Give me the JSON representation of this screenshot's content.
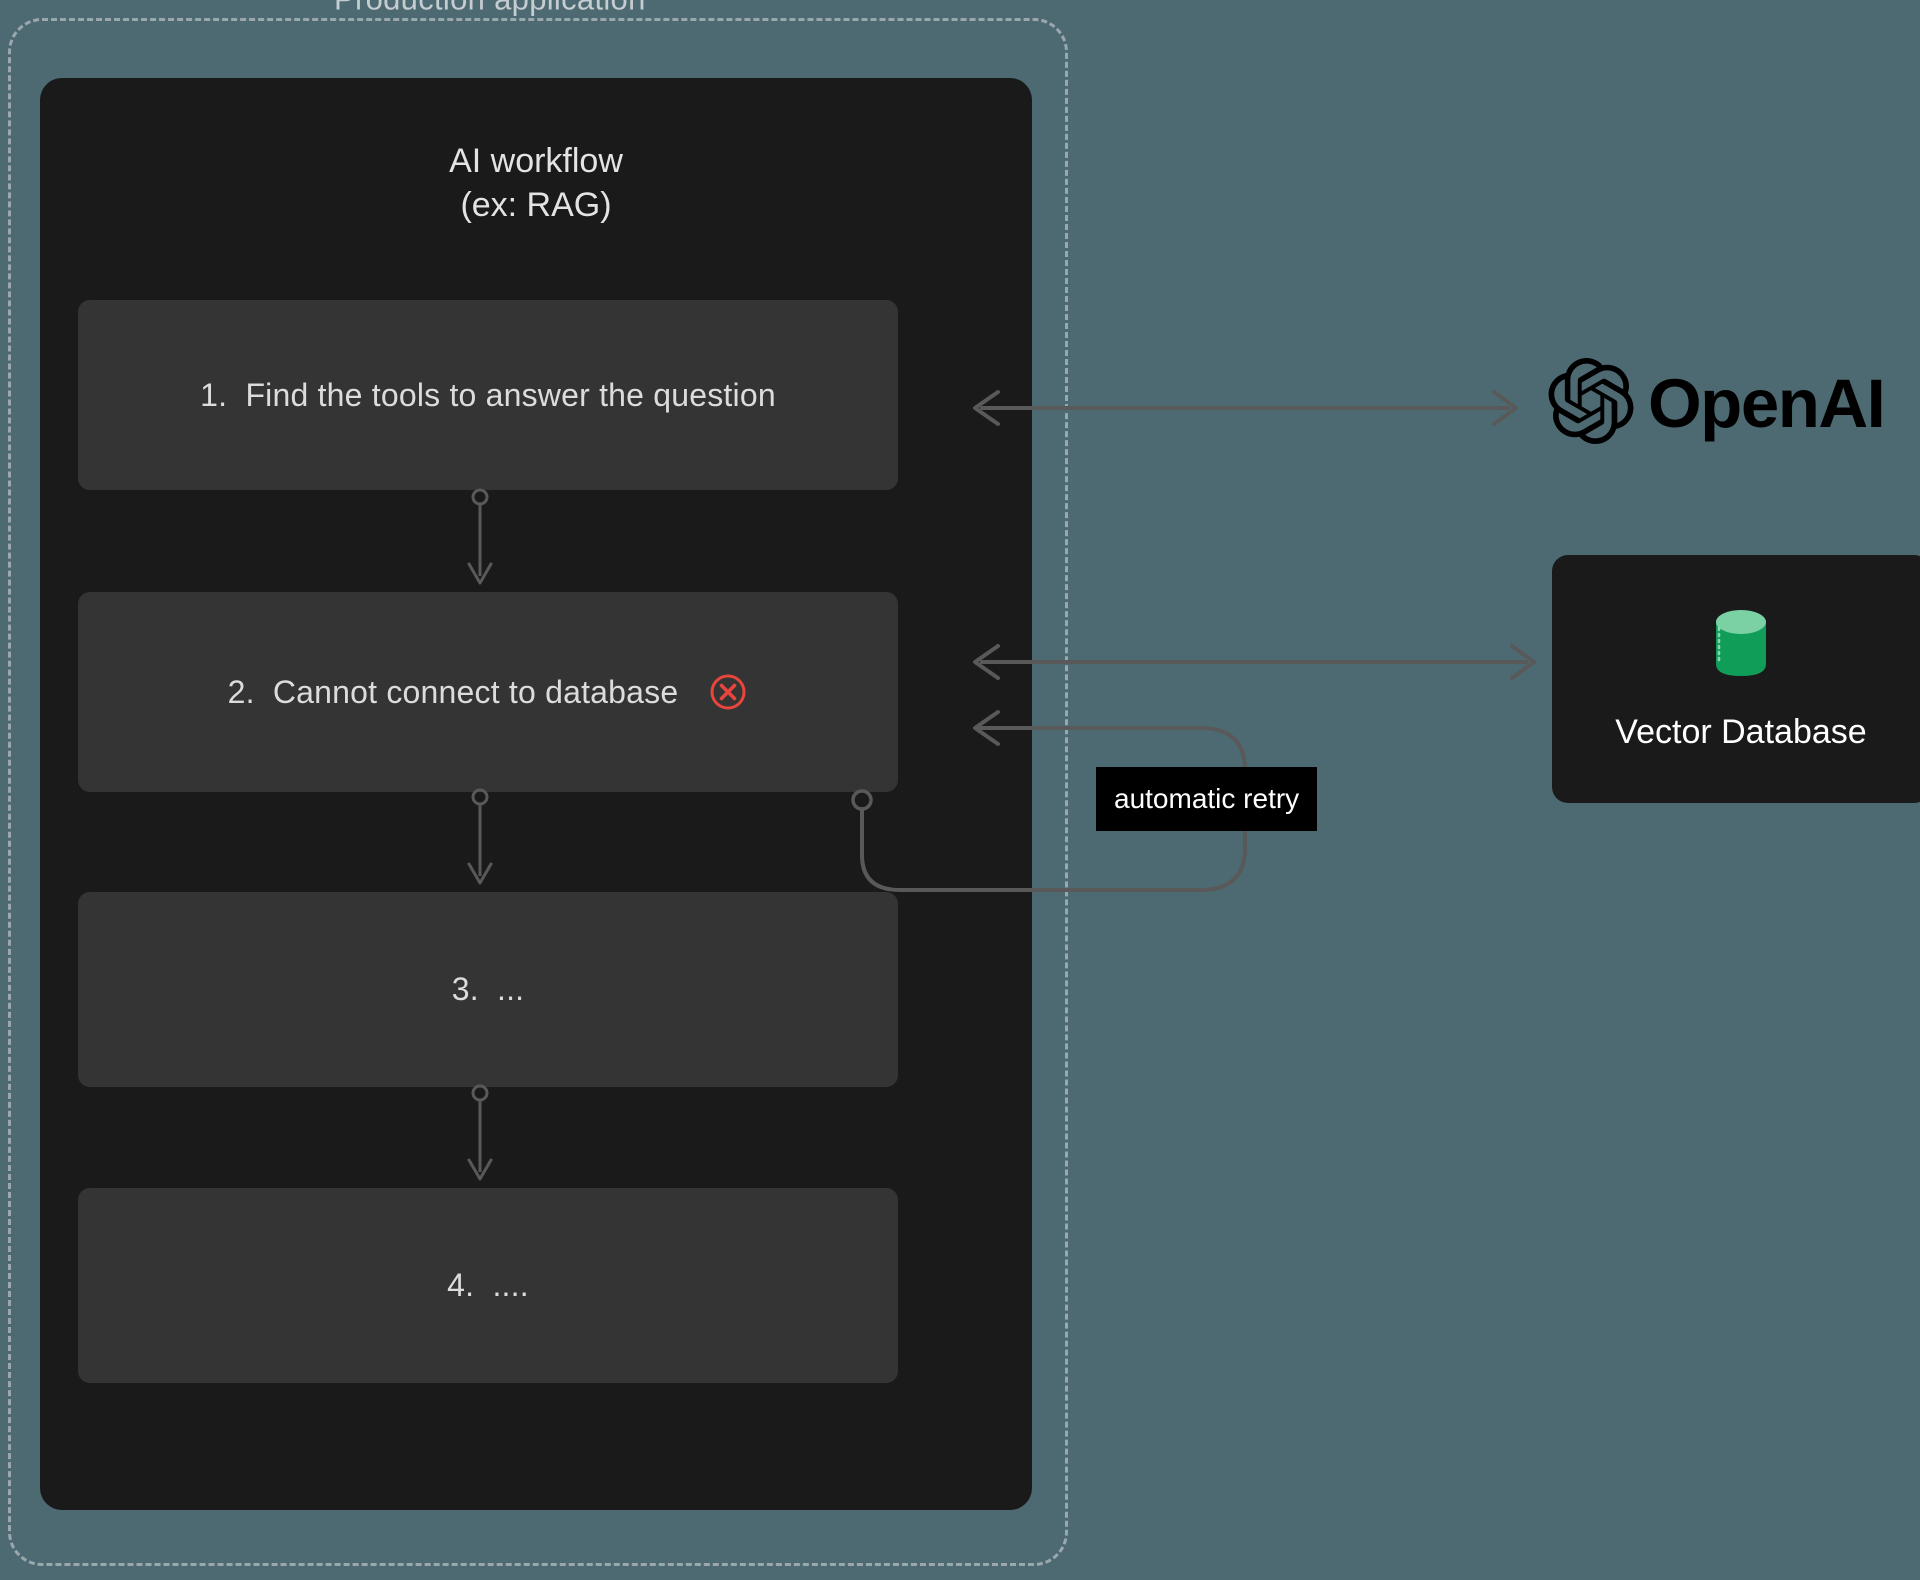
{
  "diagram": {
    "boundary": {
      "label": "Production application",
      "style": "dashed"
    },
    "workflow": {
      "title": "AI workflow\n(ex: RAG)",
      "steps": [
        {
          "id": "step-1",
          "label": "1.  Find the tools to answer the question",
          "status": "ok",
          "icon": null
        },
        {
          "id": "step-2",
          "label": "2.  Cannot connect to database",
          "status": "error",
          "icon": "error-circle-x-icon"
        },
        {
          "id": "step-3",
          "label": "3.  ...",
          "status": "ok",
          "icon": null
        },
        {
          "id": "step-4",
          "label": "4.  ....",
          "status": "ok",
          "icon": null
        }
      ]
    },
    "external_nodes": [
      {
        "id": "openai",
        "label": "OpenAI",
        "icon": "openai-logo-icon"
      },
      {
        "id": "vector-db",
        "label": "Vector Database",
        "icon": "database-cylinder-icon"
      }
    ],
    "annotations": [
      {
        "id": "retry",
        "label": "automatic retry"
      }
    ],
    "edges": [
      {
        "from": "step-1",
        "to": "openai",
        "direction": "bidirectional"
      },
      {
        "from": "step-2",
        "to": "vector-db",
        "direction": "bidirectional"
      },
      {
        "from": "step-2",
        "to": "step-2",
        "direction": "loop",
        "label": "automatic retry"
      },
      {
        "from": "step-1",
        "to": "step-2",
        "direction": "down"
      },
      {
        "from": "step-2",
        "to": "step-3",
        "direction": "down"
      },
      {
        "from": "step-3",
        "to": "step-4",
        "direction": "down"
      }
    ]
  },
  "colors": {
    "background": "#4d6a73",
    "panel": "#1a1a1a",
    "step_box": "#343434",
    "error": "#e8453c",
    "database_green": "#0f9d58",
    "database_green_light": "#7bd0a4",
    "edge": "#595959",
    "boundary_dash": "#9aa8ad",
    "text_primary": "#dcdcdc",
    "chip_background": "#000000"
  }
}
